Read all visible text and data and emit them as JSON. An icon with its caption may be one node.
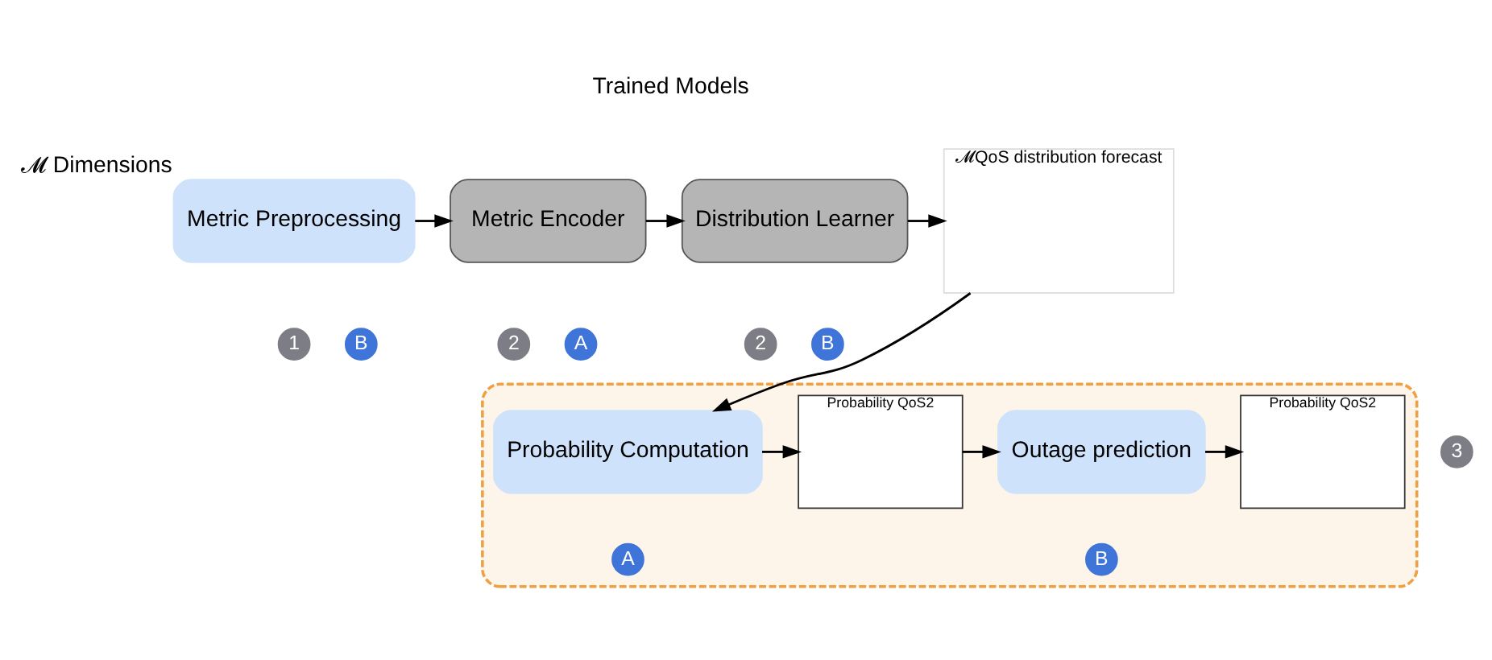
{
  "diagram": {
    "nodes": [
      {
        "text": [
          "Metric Preprocessing"
        ],
        "beside": [
          "𝓜 Dimensions"
        ]
      },
      {
        "text": [
          "1"
        ]
      },
      {
        "text": [
          "B"
        ]
      },
      {
        "text": [
          "Metric Encoder"
        ]
      },
      {
        "text": [
          "2"
        ]
      },
      {
        "text": [
          "A"
        ]
      },
      {
        "text": [
          "Distribution Learner"
        ]
      },
      {
        "text": [
          "2"
        ]
      },
      {
        "text": [
          "B"
        ]
      },
      {
        "text": [
          "𝓜QoS distribution forecast"
        ]
      },
      {
        "text": [],
        "shape": "box"
      },
      {
        "text": [
          "Probability Computation"
        ],
        "in": 10
      },
      {
        "text": [
          "A"
        ],
        "in": 10
      },
      {
        "text": [
          "Probability QoS2"
        ],
        "in": 10
      },
      {
        "text": [
          "Outage prediction"
        ],
        "in": 10
      },
      {
        "text": [
          "B"
        ],
        "in": 10
      },
      {
        "text": [
          "Probability QoS2"
        ],
        "in": 10
      },
      {
        "text": [
          "3"
        ]
      }
    ],
    "edges": [
      {
        "from": 0,
        "to": 3,
        "arrow": "to"
      },
      {
        "from": 3,
        "to": 6,
        "arrow": "to"
      },
      {
        "from": 6,
        "to": 9,
        "arrow": "to"
      },
      {
        "from": 9,
        "to": 11,
        "arrow": "to"
      },
      {
        "from": 11,
        "to": 13,
        "arrow": "to"
      },
      {
        "from": 13,
        "to": 14,
        "arrow": "to"
      },
      {
        "from": 14,
        "to": 16,
        "arrow": "to"
      }
    ],
    "labels": [
      "Trained Models"
    ]
  }
}
